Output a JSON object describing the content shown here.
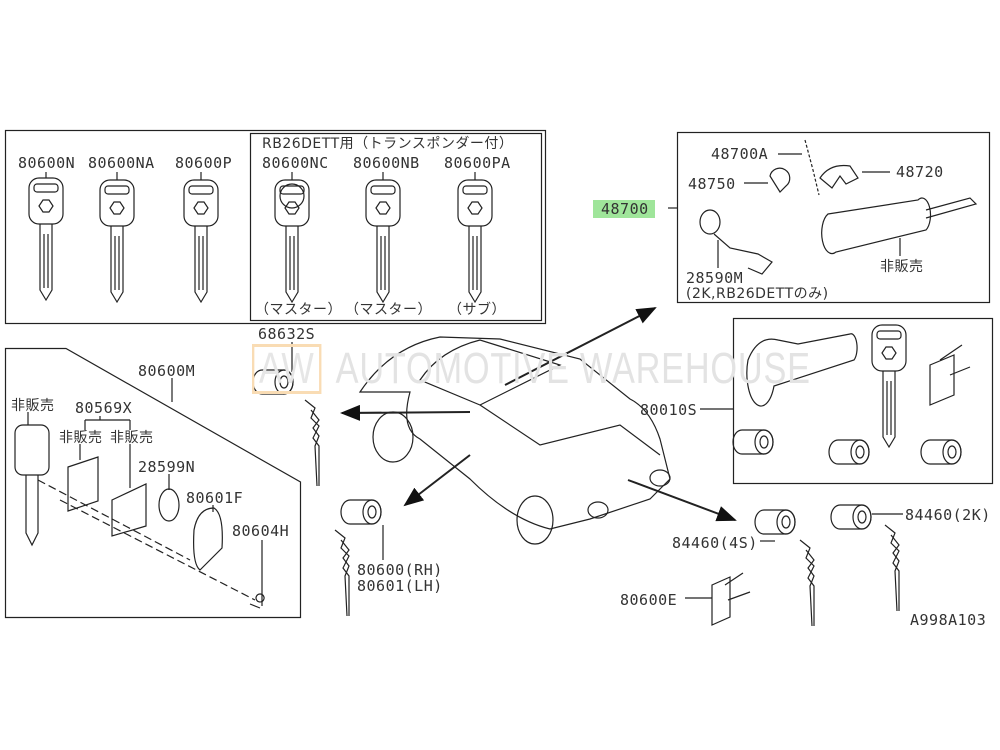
{
  "watermark": {
    "logo": "AW",
    "text": "AUTOMOTIVE WAREHOUSE"
  },
  "keys_box": {
    "keys": [
      {
        "part": "80600N"
      },
      {
        "part": "80600NA"
      },
      {
        "part": "80600P"
      }
    ],
    "transponder": {
      "header": "RB26DETT用（トランスポンダー付）",
      "keys": [
        {
          "part": "80600NC",
          "note": "（マスター）"
        },
        {
          "part": "80600NB",
          "note": "（マスター）"
        },
        {
          "part": "80600PA",
          "note": "（サブ）"
        }
      ]
    }
  },
  "ignition_box": {
    "callout": "48700",
    "highlight_color": "#9fe59a",
    "parts": {
      "a": "48700A",
      "b": "48750",
      "c": "48720",
      "d": "28590M",
      "d_note": "(2K,RB26DETTのみ)",
      "not_sold": "非販売"
    }
  },
  "remote_box": {
    "assembly": "80600M",
    "not_sold_1": "非販売",
    "group": "80569X",
    "not_sold_2": "非販売",
    "not_sold_3": "非販売",
    "battery": "28599N",
    "case": "80601F",
    "screw": "80604H"
  },
  "glove": "68632S",
  "door": {
    "rh": "80600(RH)",
    "lh": "80601(LH)"
  },
  "set_box": {
    "part": "80010S"
  },
  "trunk": {
    "s4": "84460(4S)",
    "k2": "84460(2K)",
    "bracket": "80600E"
  },
  "diagram_id": "A998A103"
}
